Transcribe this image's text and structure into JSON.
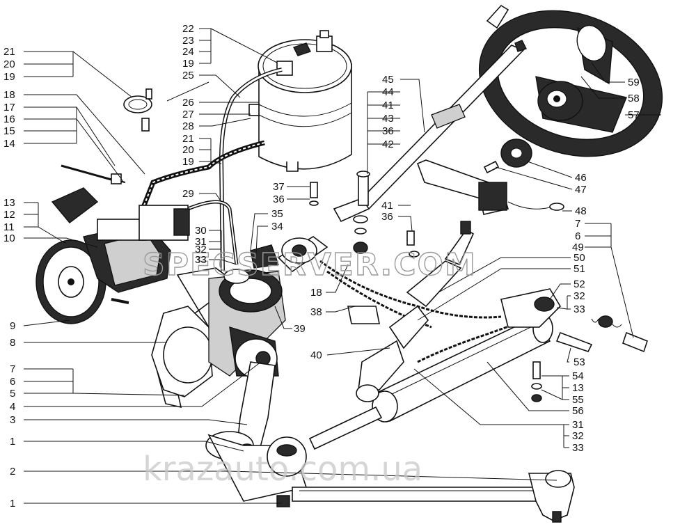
{
  "labels": {
    "n1": "1",
    "n2": "2",
    "n3": "3",
    "n4": "4",
    "n5": "5",
    "n6": "6",
    "n7": "7",
    "n8": "8",
    "n9": "9",
    "n10": "10",
    "n11": "11",
    "n12": "12",
    "n13": "13",
    "n14": "14",
    "n15": "15",
    "n16": "16",
    "n17": "17",
    "n18": "18",
    "n19": "19",
    "n20": "20",
    "n21": "21",
    "n22": "22",
    "n23": "23",
    "n24": "24",
    "n25": "25",
    "n26": "26",
    "n27": "27",
    "n28": "28",
    "n29": "29",
    "n30": "30",
    "n31": "31",
    "n32": "32",
    "n33": "33",
    "n34": "34",
    "n35": "35",
    "n36": "36",
    "n37": "37",
    "n38": "38",
    "n39": "39",
    "n40": "40",
    "n41": "41",
    "n42": "42",
    "n43": "43",
    "n44": "44",
    "n45": "45",
    "n46": "46",
    "n47": "47",
    "n48": "48",
    "n49": "49",
    "n50": "50",
    "n51": "51",
    "n52": "52",
    "n53": "53",
    "n54": "54",
    "n55": "55",
    "n56": "56",
    "n57": "57",
    "n58": "58",
    "n59": "59"
  },
  "watermarks": {
    "top": "SPECSERVER.COM",
    "bottom": "krazauto.com.ua"
  },
  "colors": {
    "ink": "#111111",
    "background": "#ffffff",
    "watermark": "#b0b0b0"
  }
}
